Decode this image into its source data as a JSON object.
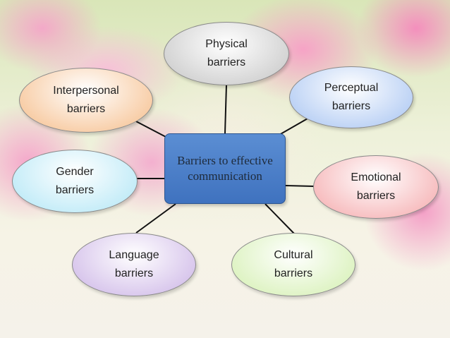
{
  "center": {
    "label_lines": [
      "Barriers to",
      "effective",
      "communication"
    ]
  },
  "nodes": [
    {
      "id": "physical",
      "label_lines": [
        "Physical",
        "barriers"
      ],
      "color": "#d3d3d3"
    },
    {
      "id": "perceptual",
      "label_lines": [
        "Perceptual",
        "barriers"
      ],
      "color": "#bcd2f5"
    },
    {
      "id": "emotional",
      "label_lines": [
        "Emotional",
        "barriers"
      ],
      "color": "#f7bdbf"
    },
    {
      "id": "cultural",
      "label_lines": [
        "Cultural",
        "barriers"
      ],
      "color": "#def3c3"
    },
    {
      "id": "language",
      "label_lines": [
        "Language",
        "barriers"
      ],
      "color": "#d8c6ec"
    },
    {
      "id": "gender",
      "label_lines": [
        "Gender",
        "barriers"
      ],
      "color": "#c4ecf8"
    },
    {
      "id": "interpersonal",
      "label_lines": [
        "Interpersonal",
        "barriers"
      ],
      "color": "#f8cda6"
    }
  ]
}
